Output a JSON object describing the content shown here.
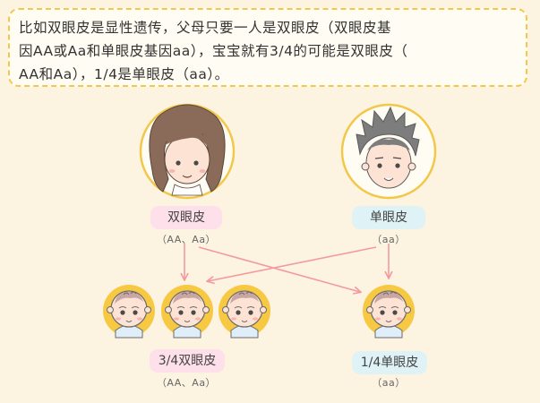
{
  "note": {
    "line1": "比如双眼皮是显性遗传，父母只要一人是双眼皮（双眼皮基",
    "line2": "因AA或Aa和单眼皮基因aa），宝宝就有3/4的可能是双眼皮（",
    "line3": "AA和Aa），1/4是单眼皮（aa）。"
  },
  "mother": {
    "label": "双眼皮",
    "genotype": "（AA、Aa）"
  },
  "father": {
    "label": "单眼皮",
    "genotype": "（aa）"
  },
  "child_double": {
    "label": "3/4双眼皮",
    "genotype": "（AA、Aa）"
  },
  "child_single": {
    "label": "1/4单眼皮",
    "genotype": "（aa）"
  },
  "colors": {
    "accent": "#f2c84b",
    "arrow": "#f39aa0",
    "pink_pill": "#fde0ea",
    "blue_pill": "#dff3f6"
  }
}
